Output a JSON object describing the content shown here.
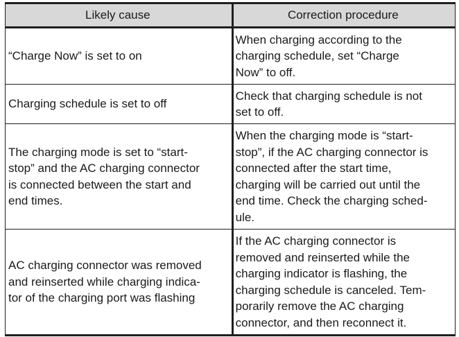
{
  "table": {
    "header": {
      "cause": "Likely cause",
      "correction": "Correction procedure"
    },
    "rows": [
      {
        "cause": [
          "“Charge Now” is set to on"
        ],
        "correction": [
          "When charging according to the",
          "charging schedule, set “Charge",
          "Now” to off."
        ]
      },
      {
        "cause": [
          "Charging schedule is set to off"
        ],
        "correction": [
          "Check that charging schedule is not",
          "set to off."
        ]
      },
      {
        "cause": [
          "The charging mode is set to “start-",
          "stop” and the AC charging connector",
          "is connected between the start and",
          "end times."
        ],
        "correction": [
          "When the charging mode is “start-",
          "stop”, if the AC charging connector is",
          "connected after the start time,",
          "charging will be carried out until the",
          "end time. Check the charging sched-",
          "ule."
        ]
      },
      {
        "cause": [
          "AC charging connector was removed",
          "and reinserted while charging indica-",
          "tor of the charging port was flashing"
        ],
        "correction": [
          "If the AC charging connector is",
          "removed and reinserted while the",
          "charging indicator is flashing, the",
          "charging schedule is canceled. Tem-",
          "porarily remove the AC charging",
          "connector, and then reconnect it."
        ]
      }
    ]
  },
  "colors": {
    "header_bg": "#d8d8d8",
    "border": "#1e1e1e",
    "text": "#1a1a1a"
  }
}
